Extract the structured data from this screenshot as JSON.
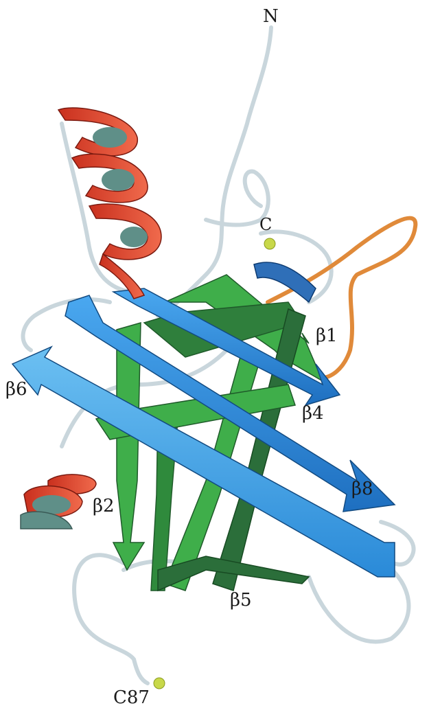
{
  "labels": {
    "n_terminus": "N",
    "c_terminus": "C",
    "beta1": "β1",
    "beta2": "β2",
    "beta4": "β4",
    "beta5": "β5",
    "beta6": "β6",
    "beta8": "β8",
    "cys87": "C87"
  },
  "colors": {
    "helix": "#e8452e",
    "helix_inner": "#5f8f88",
    "strand_blue": "#2f8fe0",
    "strand_light_blue": "#3aa3e8",
    "strand_green": "#3fae4a",
    "strand_dark_green": "#2b6e3a",
    "loop": "#c9d6dc",
    "orange_loop": "#e08a3a",
    "sulfur": "#c8d84a"
  }
}
